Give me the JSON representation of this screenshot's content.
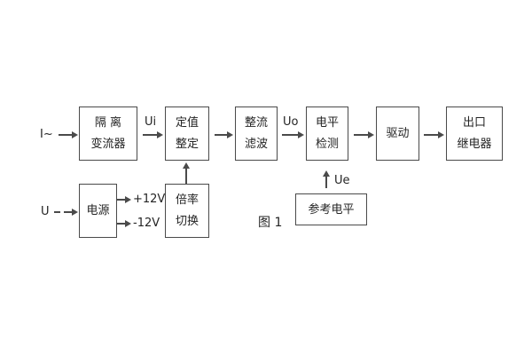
{
  "diagram": {
    "caption": "图 1",
    "inputs": {
      "current": "I~",
      "voltage": "U"
    },
    "signals": {
      "ui": "Ui",
      "uo": "Uo",
      "ue": "Ue",
      "plus12": "+12V",
      "minus12": "-12V"
    },
    "blocks": {
      "isolation": {
        "line1": "隔 离",
        "line2": "变流器"
      },
      "setting": {
        "line1": "定值",
        "line2": "整定"
      },
      "rectifier": {
        "line1": "整流",
        "line2": "滤波"
      },
      "level": {
        "line1": "电平",
        "line2": "检测"
      },
      "drive": {
        "line1": "驱动"
      },
      "relay": {
        "line1": "出口",
        "line2": "继电器"
      },
      "power": {
        "line1": "电源"
      },
      "ratio": {
        "line1": "倍率",
        "line2": "切换"
      },
      "reference": {
        "line1": "参考电平"
      }
    },
    "colors": {
      "line": "#4a4a4a",
      "text": "#242424",
      "background": "#ffffff"
    }
  }
}
